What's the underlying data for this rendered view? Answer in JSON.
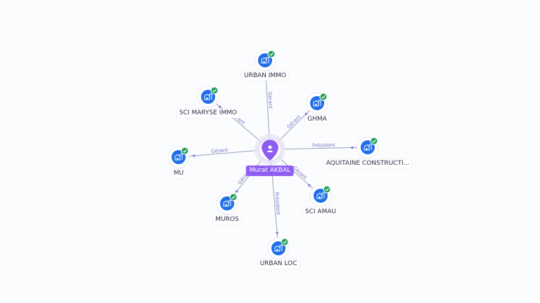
{
  "colors": {
    "edge": "#9aa0b8",
    "edge_label": "#7b74c4",
    "company_fill": "#1e6fe8",
    "check_fill": "#1f9d55",
    "center_fill": "#8e5ef0",
    "center_label_bg": "#8e5ef0"
  },
  "center": {
    "name": "Murat AKBAL",
    "icon": "person-icon"
  },
  "companies": [
    {
      "id": "urban-immo",
      "name": "URBAN IMMO",
      "role": "Gérant",
      "icon": "building-icon",
      "badge": "check-icon"
    },
    {
      "id": "sci-maryse-immo",
      "name": "SCI MARYSE IMMO",
      "role": "Gérant",
      "icon": "building-icon",
      "badge": "check-icon"
    },
    {
      "id": "ghma",
      "name": "GHMA",
      "role": "Gérant",
      "icon": "building-icon",
      "badge": "check-icon"
    },
    {
      "id": "mu",
      "name": "MU",
      "role": "Gérant",
      "icon": "building-icon",
      "badge": "check-icon"
    },
    {
      "id": "aquitaine-constructi",
      "name": "AQUITAINE CONSTRUCTI...",
      "role": "Président",
      "icon": "building-icon",
      "badge": "check-icon"
    },
    {
      "id": "sci-amau",
      "name": "SCI AMAU",
      "role": "Gérant",
      "icon": "building-icon",
      "badge": "check-icon"
    },
    {
      "id": "muros",
      "name": "MUROS",
      "role": "Gérant",
      "icon": "building-icon",
      "badge": "check-icon"
    },
    {
      "id": "urban-loc",
      "name": "URBAN LOC",
      "role": "Président",
      "icon": "building-icon",
      "badge": "check-icon"
    }
  ]
}
